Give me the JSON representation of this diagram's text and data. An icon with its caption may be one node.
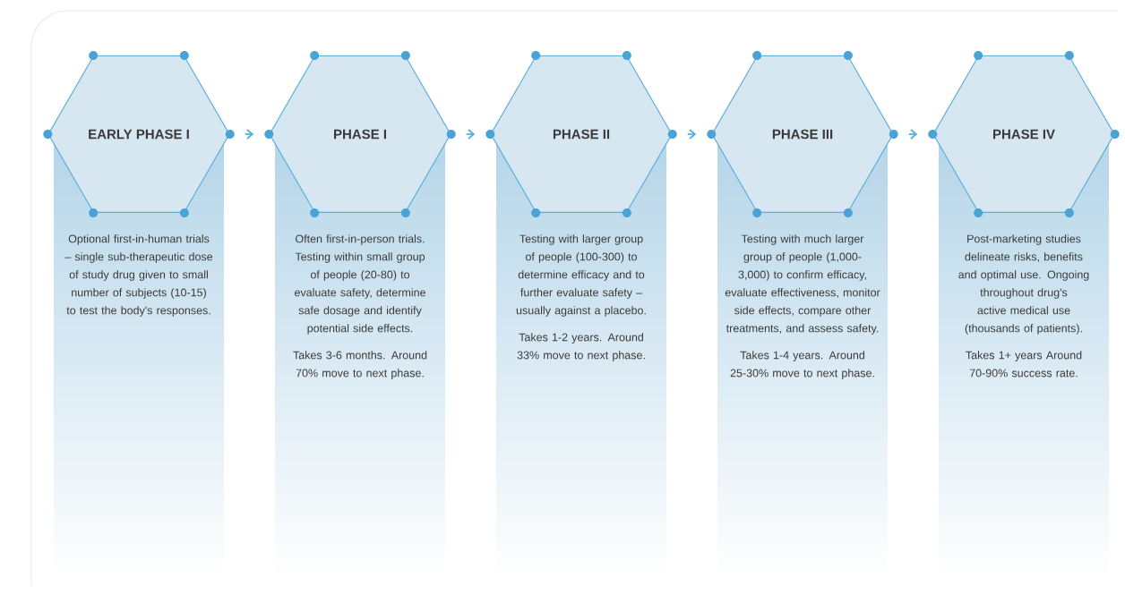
{
  "diagram": {
    "nodes": [
      {
        "text": [
          "EARLY PHASE I"
        ],
        "beside": [
          "Optional first-in-human trials – single sub-therapeutic dose of study drug given to small number of subjects (10-15) to test the body's responses."
        ]
      },
      {
        "text": [
          "PHASE I"
        ],
        "beside": [
          "Often first-in-person trials. Testing within small group of people (20-80) to evaluate safety, determine safe dosage and identify potential side effects.",
          "Takes 3-6 months. Around 70% move to next phase."
        ]
      },
      {
        "text": [
          "PHASE II"
        ],
        "beside": [
          "Testing with larger group of people (100-300) to determine efficacy and to further evaluate safety – usually against a placebo.",
          "Takes 1-2 years. Around 33% move to next phase."
        ]
      },
      {
        "text": [
          "PHASE III"
        ],
        "beside": [
          "Testing with much larger group of people (1,000-3,000) to confirm efficacy, evaluate effectiveness, monitor side effects, compare other treatments, and assess safety.",
          "Takes 1-4 years. Around 25-30% move to next phase."
        ]
      },
      {
        "text": [
          "PHASE IV"
        ],
        "beside": [
          "Post-marketing studies delineate risks, benefits and optimal use. Ongoing throughout drug's active medical use (thousands of patients).",
          "Takes 1+ years Around 70-90% success rate."
        ]
      }
    ],
    "edges": [
      {
        "from": 0,
        "to": 1,
        "arrow": "to"
      },
      {
        "from": 1,
        "to": 2,
        "arrow": "to"
      },
      {
        "from": 2,
        "to": 3,
        "arrow": "to"
      },
      {
        "from": 3,
        "to": 4,
        "arrow": "to"
      }
    ]
  }
}
